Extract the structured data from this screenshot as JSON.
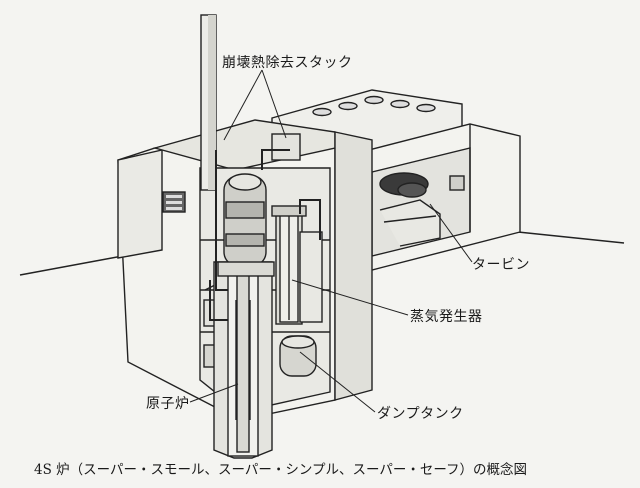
{
  "labels": {
    "stack": "崩壊熱除去スタック",
    "turbine": "タービン",
    "steam_generator": "蒸気発生器",
    "reactor": "原子炉",
    "dump_tank": "ダンプタンク"
  },
  "caption": "4S 炉（スーパー・スモール、スーパー・シンプル、スーパー・セーフ）の概念図"
}
